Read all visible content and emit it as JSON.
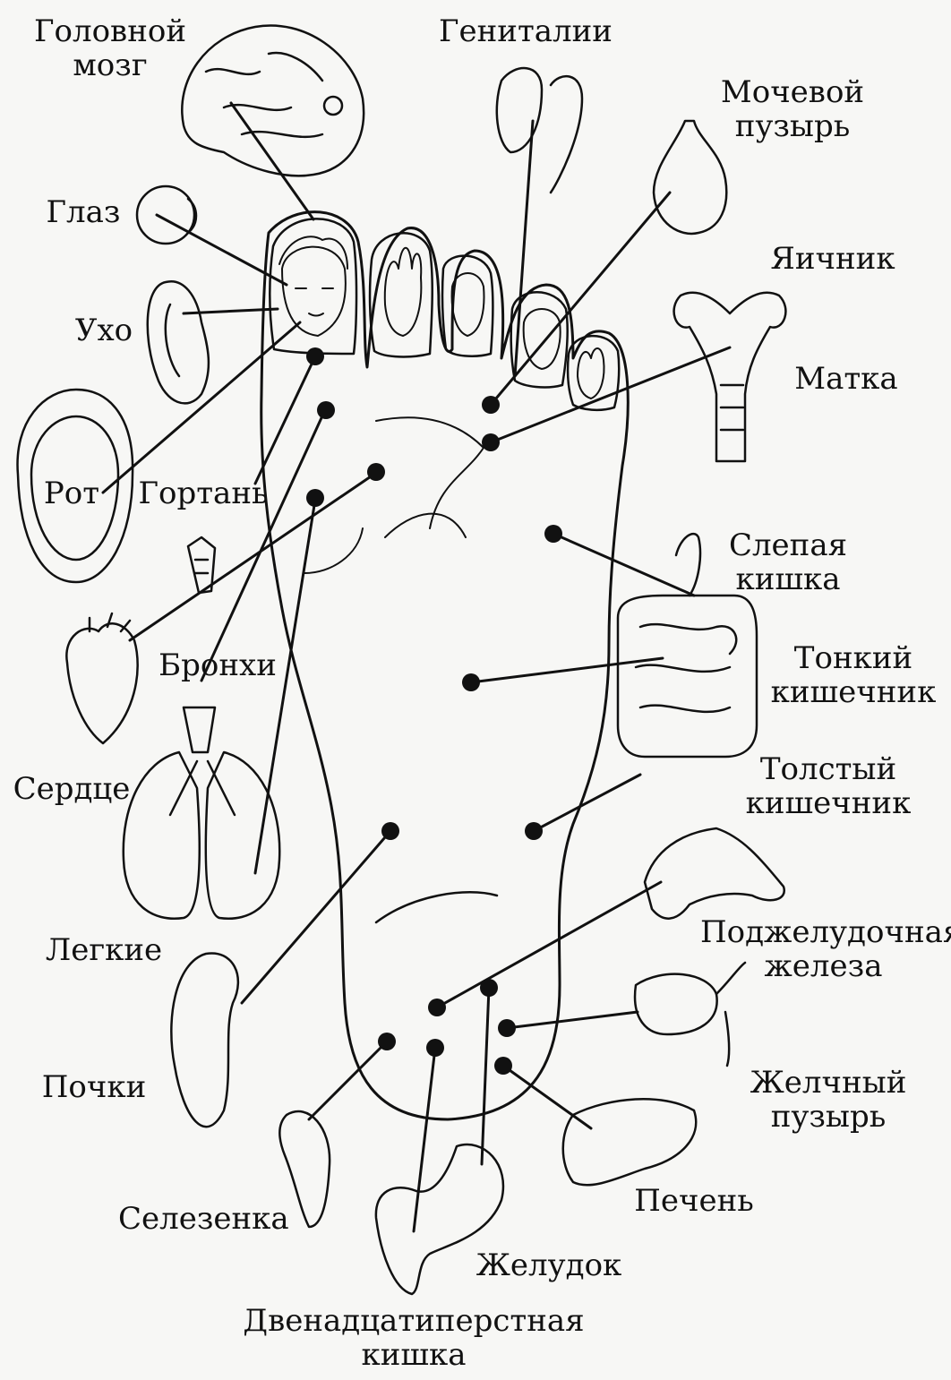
{
  "diagram": {
    "labels": {
      "brain": [
        "Головной",
        "мозг"
      ],
      "genitals": [
        "Гениталии"
      ],
      "bladder": [
        "Мочевой",
        "пузырь"
      ],
      "eye": [
        "Глаз"
      ],
      "ovary": [
        "Яичник"
      ],
      "ear": [
        "Ухо"
      ],
      "uterus": [
        "Матка"
      ],
      "mouth": [
        "Рот"
      ],
      "larynx": [
        "Гортань"
      ],
      "cecum": [
        "Слепая",
        "кишка"
      ],
      "bronchi": [
        "Бронхи"
      ],
      "small_intestine": [
        "Тонкий",
        "кишечник"
      ],
      "heart": [
        "Сердце"
      ],
      "large_intestine": [
        "Толстый",
        "кишечник"
      ],
      "pancreas": [
        "Поджелудочная",
        "железа"
      ],
      "lungs": [
        "Легкие"
      ],
      "kidneys": [
        "Почки"
      ],
      "gallbladder": [
        "Желчный",
        "пузырь"
      ],
      "spleen": [
        "Селезенка"
      ],
      "liver": [
        "Печень"
      ],
      "stomach": [
        "Желудок"
      ],
      "duodenum": [
        "Двенадцатиперстная",
        "кишка"
      ]
    },
    "colors": {
      "ink": "#111111",
      "paper": "#f7f7f5"
    }
  }
}
